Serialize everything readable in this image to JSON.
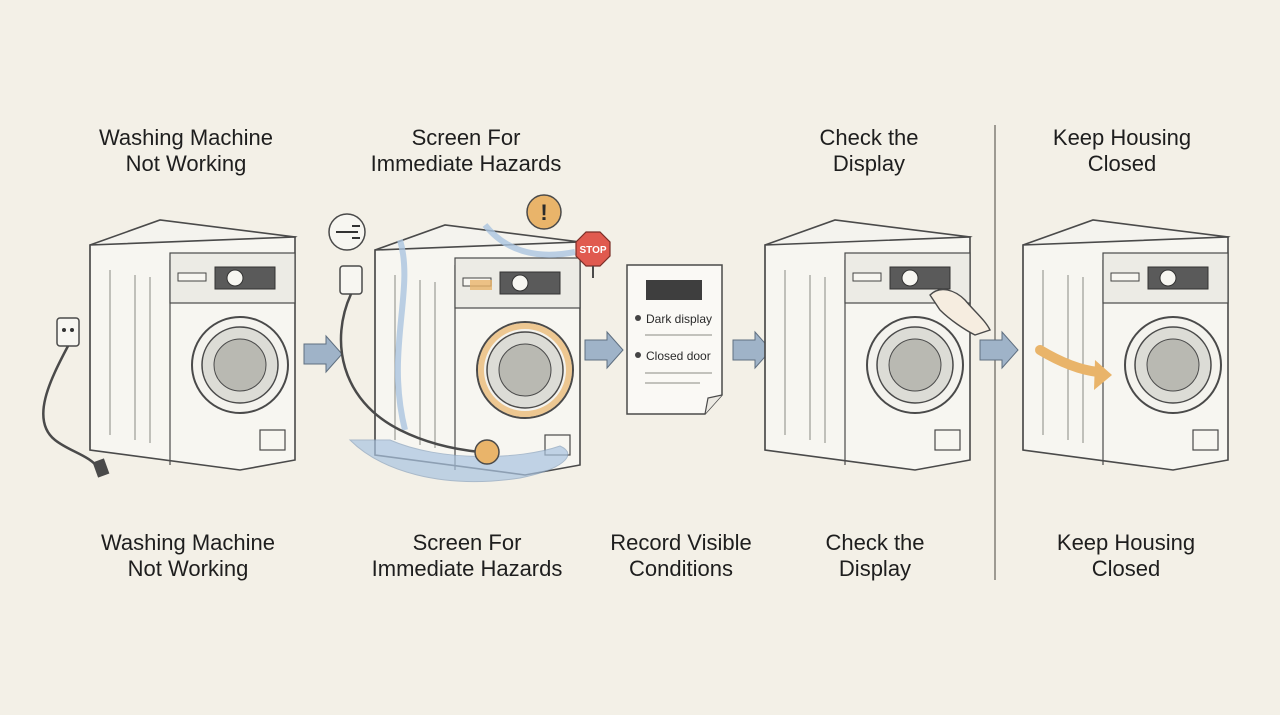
{
  "steps": [
    {
      "top_label": "Washing Machine\nNot Working",
      "bottom_label": "Washing Machine\nNot Working"
    },
    {
      "top_label": "Screen For\nImmediate Hazards",
      "bottom_label": "Screen For\nImmediate Hazards"
    },
    {
      "top_label": "",
      "bottom_label": "Record Visible\nConditions"
    },
    {
      "top_label": "Check the\nDisplay",
      "bottom_label": "Check the\nDisplay"
    },
    {
      "top_label": "Keep Housing\nClosed",
      "bottom_label": "Keep Housing\nClosed"
    }
  ],
  "record_note": {
    "items": [
      "Dark display",
      "Closed door"
    ]
  },
  "hazard": {
    "stop_sign_text": "STOP",
    "warning_symbol": "!"
  },
  "icons": {
    "arrow": "arrow-right-icon",
    "plug": "power-plug-icon",
    "warning": "warning-icon",
    "stop": "stop-sign-icon",
    "hand": "hand-icon"
  },
  "colors": {
    "background": "#f3f0e7",
    "machine_stroke": "#4a4a4a",
    "machine_fill": "#f7f6f1",
    "arrow_blue": "#9fb3c8",
    "water_blue": "#aac4e0",
    "hazard_orange": "#e9b46a",
    "stop_red": "#e05a4f"
  }
}
